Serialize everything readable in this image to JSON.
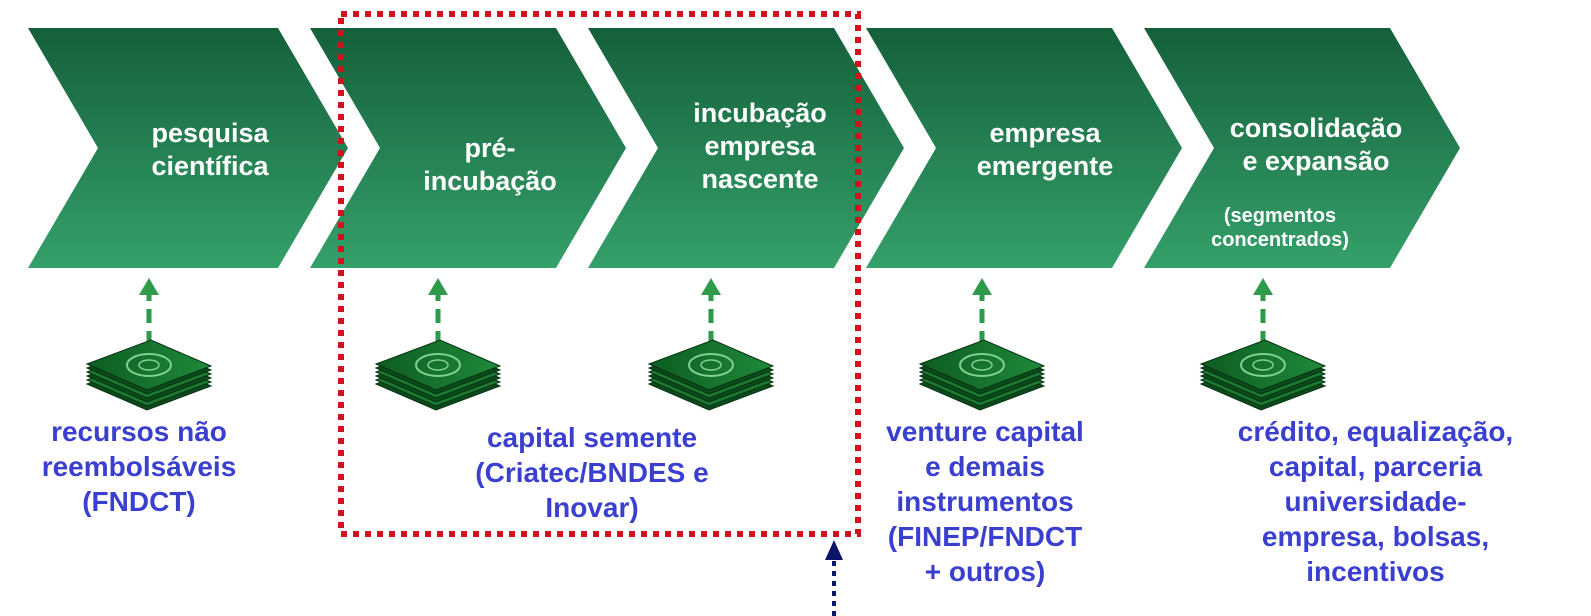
{
  "colors": {
    "chevron_dark": "#14603a",
    "chevron_light": "#35a06a",
    "funding_text": "#3a3fd0",
    "arrow_green": "#2e9a4a",
    "highlight_border": "#d0121c",
    "pointer_arrow": "#0a1468"
  },
  "stages": [
    {
      "label": "pesquisa\ncientífica"
    },
    {
      "label": "pré-\nincubação"
    },
    {
      "label": "incubação\nempresa\nnascente"
    },
    {
      "label": "empresa\nemergente"
    },
    {
      "label": "consolidação\ne  expansão",
      "note": "(segmentos\nconcentrados)"
    }
  ],
  "funding": [
    {
      "label": "recursos não\nreembolsáveis\n(FNDCT)",
      "icon": "money-stack-icon"
    },
    {
      "label": "capital semente\n(Criatec/BNDES e\nInovar)",
      "icon": "money-stack-icon"
    },
    {
      "label": "venture capital\ne demais\ninstrumentos\n(FINEP/FNDCT\n+ outros)",
      "icon": "money-stack-icon"
    },
    {
      "label": "crédito, equalização,\ncapital, parceria\nuniversidade-\nempresa, bolsas,\nincentivos",
      "icon": "money-stack-icon"
    }
  ]
}
